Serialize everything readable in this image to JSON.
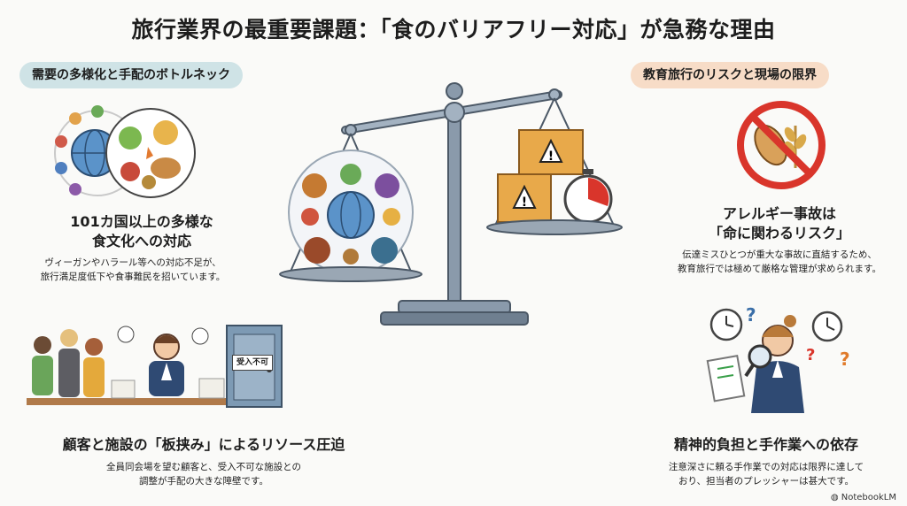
{
  "title": "旅行業界の最重要課題：「食のバリアフリー対応」が急務な理由",
  "left_pill": "需要の多様化と手配のボトルネック",
  "right_pill": "教育旅行のリスクと現場の限界",
  "panels": {
    "food_culture": {
      "heading_line1": "101カ国以上の多様な",
      "heading_line2": "食文化への対応",
      "body_line1": "ヴィーガンやハラール等への対応不足が、",
      "body_line2": "旅行満足度低下や食事難民を招いています。"
    },
    "resource": {
      "heading": "顧客と施設の「板挟み」によるリソース圧迫",
      "body_line1": "全員同会場を望む顧客と、受入不可な施設との",
      "body_line2": "調整が手配の大きな障壁です。",
      "door_sign": "受入不可"
    },
    "allergy": {
      "heading_line1": "アレルギー事故は",
      "heading_line2": "「命に関わるリスク」",
      "body_line1": "伝達ミスひとつが重大な事故に直結するため、",
      "body_line2": "教育旅行では極めて厳格な管理が求められます。"
    },
    "burden": {
      "heading": "精神的負担と手作業への依存",
      "body_line1": "注意深さに頼る手作業での対応は限界に達して",
      "body_line2": "おり、担当者のプレッシャーは甚大です。"
    }
  },
  "footer": "NotebookLM",
  "colors": {
    "left_pill_bg": "#cfe3e6",
    "right_pill_bg": "#f7dcc7",
    "scale_metal": "#8a9aab",
    "box": "#e8a94a",
    "prohibit_red": "#d9352b"
  }
}
